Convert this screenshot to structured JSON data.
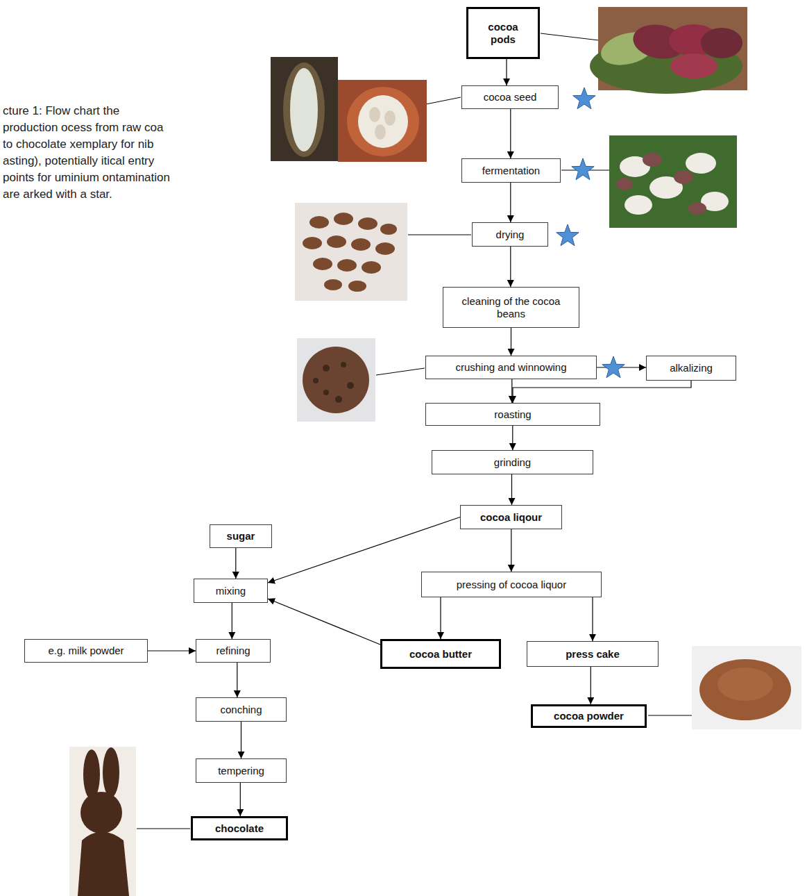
{
  "diagram": {
    "caption": "cture 1: Flow chart the production ocess from raw coa to chocolate xemplary for nib asting), potentially itical entry points for uminium ontamination are arked with a star.",
    "nodes": [
      {
        "text": [
          "cocoa pods"
        ]
      },
      {
        "text": [
          "cocoa seed"
        ]
      },
      {
        "text": [
          "fermentation"
        ]
      },
      {
        "text": [
          "drying"
        ]
      },
      {
        "text": [
          "cleaning of the cocoa beans"
        ]
      },
      {
        "text": [
          "crushing and winnowing"
        ]
      },
      {
        "text": [
          "alkalizing"
        ]
      },
      {
        "text": [
          "roasting"
        ]
      },
      {
        "text": [
          "grinding"
        ]
      },
      {
        "text": [
          "cocoa liqour"
        ]
      },
      {
        "text": [
          "sugar"
        ]
      },
      {
        "text": [
          "pressing of cocoa liquor"
        ]
      },
      {
        "text": [
          "mixing"
        ]
      },
      {
        "text": [
          "e.g. milk powder"
        ]
      },
      {
        "text": [
          "refining"
        ]
      },
      {
        "text": [
          "cocoa butter"
        ]
      },
      {
        "text": [
          "press cake"
        ]
      },
      {
        "text": [
          "conching"
        ]
      },
      {
        "text": [
          "cocoa powder"
        ]
      },
      {
        "text": [
          "tempering"
        ]
      },
      {
        "text": [
          "chocolate"
        ]
      }
    ],
    "edges": [
      {
        "from": 0,
        "to": 1,
        "arrow": "to"
      },
      {
        "from": 1,
        "to": 2,
        "arrow": "to"
      },
      {
        "from": 2,
        "to": 3,
        "arrow": "to"
      },
      {
        "from": 3,
        "to": 4,
        "arrow": "to"
      },
      {
        "from": 4,
        "to": 5,
        "arrow": "to"
      },
      {
        "from": 5,
        "to": 6,
        "arrow": "to"
      },
      {
        "from": 6,
        "to": 7,
        "arrow": "to"
      },
      {
        "from": 5,
        "to": 7,
        "arrow": "to"
      },
      {
        "from": 7,
        "to": 8,
        "arrow": "to"
      },
      {
        "from": 8,
        "to": 9,
        "arrow": "to"
      },
      {
        "from": 9,
        "to": 12,
        "arrow": "to"
      },
      {
        "from": 9,
        "to": 11,
        "arrow": "to"
      },
      {
        "from": 10,
        "to": 12,
        "arrow": "to"
      },
      {
        "from": 11,
        "to": 15,
        "arrow": "to"
      },
      {
        "from": 11,
        "to": 16,
        "arrow": "to"
      },
      {
        "from": 15,
        "to": 12,
        "arrow": "to"
      },
      {
        "from": 12,
        "to": 14,
        "arrow": "to"
      },
      {
        "from": 13,
        "to": 14,
        "arrow": "to"
      },
      {
        "from": 14,
        "to": 17,
        "arrow": "to"
      },
      {
        "from": 17,
        "to": 19,
        "arrow": "to"
      },
      {
        "from": 19,
        "to": 20,
        "arrow": "to"
      },
      {
        "from": 16,
        "to": 18,
        "arrow": "to"
      }
    ]
  }
}
